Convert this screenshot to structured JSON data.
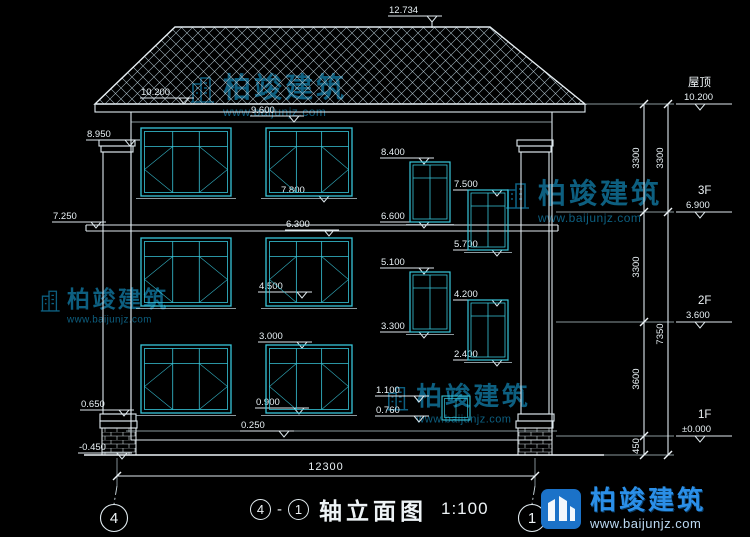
{
  "watermark": {
    "brand": "柏竣建筑",
    "url": "www.baijunjz.com"
  },
  "logo": {
    "brand": "柏竣建筑",
    "url": "www.baijunjz.com"
  },
  "title": {
    "axis_start": "4",
    "dash": "-",
    "axis_end": "1",
    "name": "轴立面图",
    "scale": "1:100"
  },
  "axis_bubbles": {
    "left": "4",
    "right": "1"
  },
  "elevation_markers": [
    "12.734",
    "10.200",
    "9.600",
    "8.950",
    "8.400",
    "7.800",
    "7.500",
    "7.250",
    "6.600",
    "6.300",
    "5.700",
    "5.100",
    "4.500",
    "4.200",
    "3.300",
    "3.000",
    "2.400",
    "1.100",
    "0.900",
    "0.760",
    "0.650",
    "0.250",
    "-0.450"
  ],
  "floors": [
    {
      "label": "屋顶",
      "elevation": "10.200"
    },
    {
      "label": "3F",
      "elevation": "6.900"
    },
    {
      "label": "2F",
      "elevation": "3.600"
    },
    {
      "label": "1F",
      "elevation": "±0.000"
    }
  ],
  "dimensions": {
    "bottom_width": "12300",
    "right_inner": [
      "3300",
      "3300",
      "3600",
      "450"
    ],
    "right_outer": [
      "3300",
      "7350"
    ]
  },
  "colors": {
    "background": "#000000",
    "line": "#dfe9ee",
    "window": "#38c6da",
    "watermark": "#0d5f80",
    "logo_blue": "#1b72c8"
  }
}
